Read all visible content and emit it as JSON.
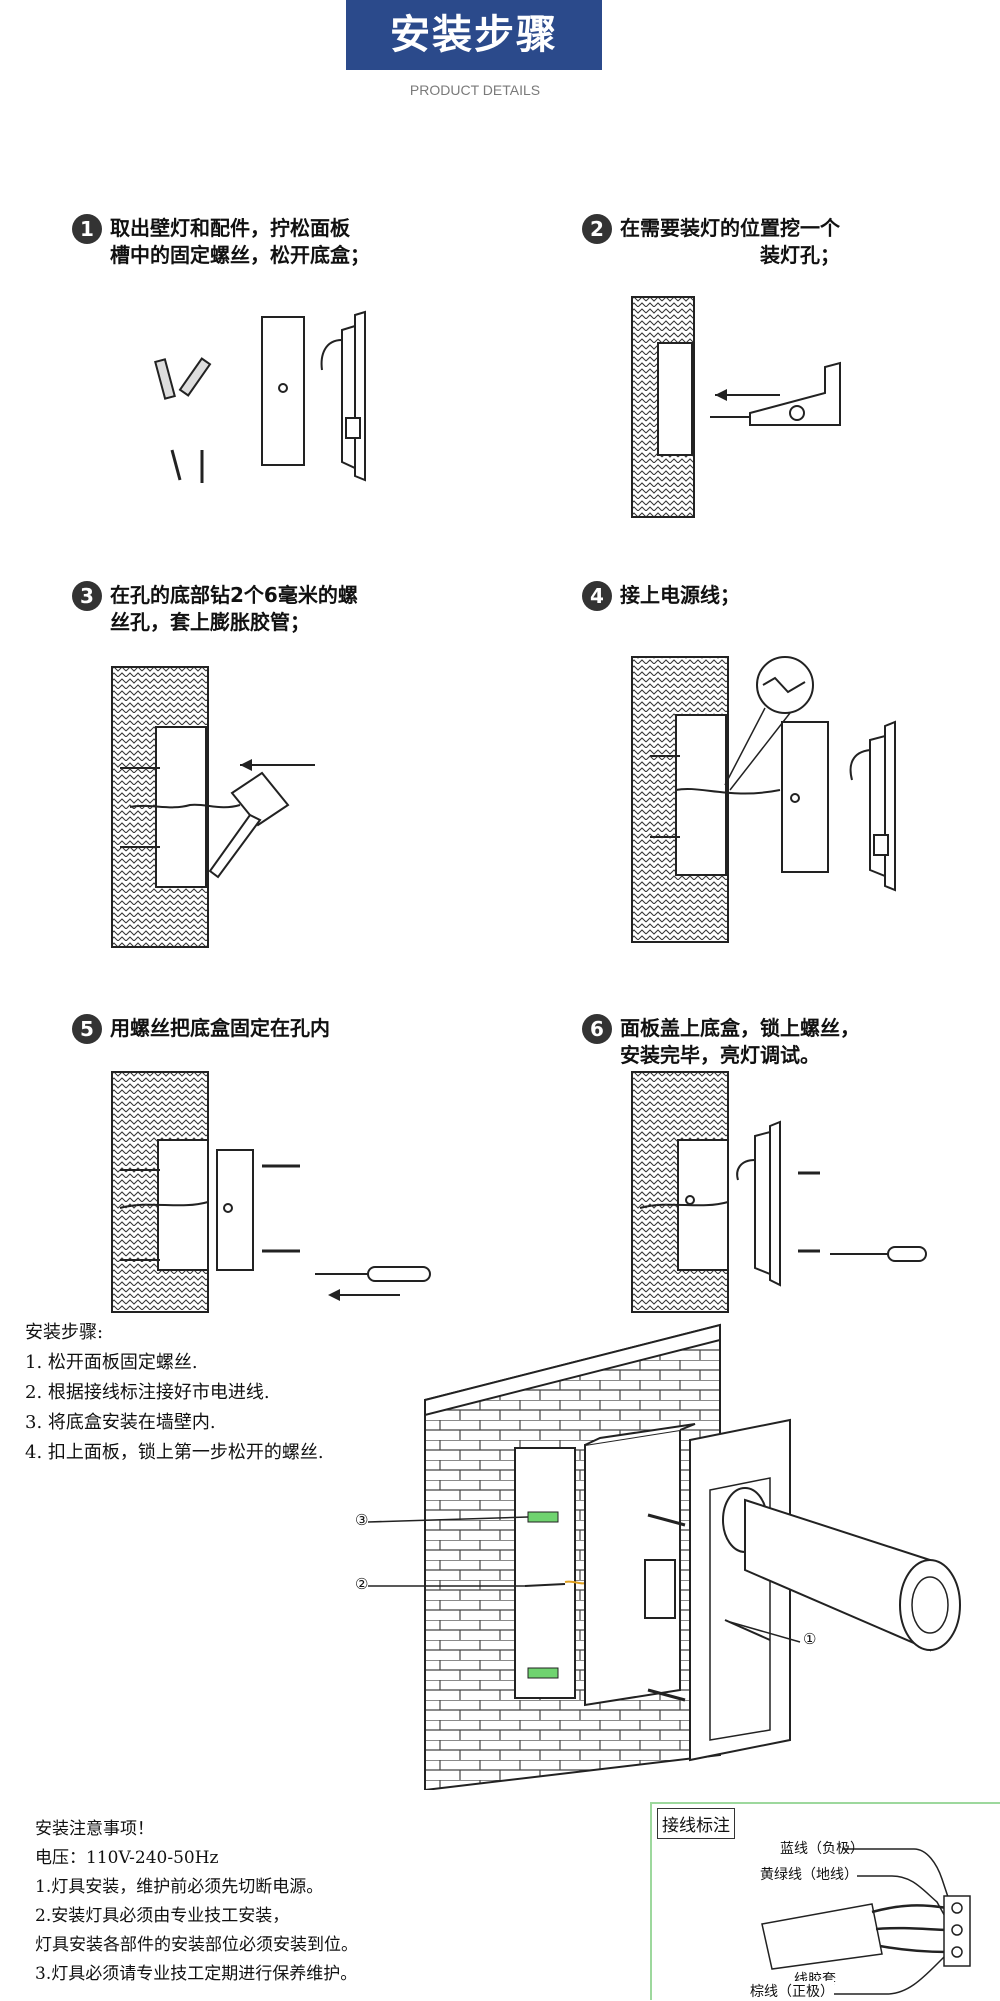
{
  "header": {
    "title": "安装步骤",
    "subtitle": "PRODUCT DETAILS"
  },
  "steps": [
    {
      "num": "1",
      "lines": [
        "取出壁灯和配件，拧松面板",
        "槽中的固定螺丝，松开底盒；"
      ]
    },
    {
      "num": "2",
      "lines": [
        "在需要装灯的位置挖一个",
        "装灯孔；"
      ]
    },
    {
      "num": "3",
      "lines": [
        "在孔的底部钻2个6毫米的螺",
        "丝孔，套上膨胀胶管；"
      ]
    },
    {
      "num": "4",
      "lines": [
        "接上电源线；"
      ]
    },
    {
      "num": "5",
      "lines": [
        "用螺丝把底盒固定在孔内"
      ]
    },
    {
      "num": "6",
      "lines": [
        "面板盖上底盒，锁上螺丝，",
        "安装完毕，亮灯调试。"
      ]
    }
  ],
  "install": {
    "title": "安装步骤:",
    "items": [
      "1. 松开面板固定螺丝.",
      "2. 根据接线标注接好市电进线.",
      "3. 将底盒安装在墙壁内.",
      "4. 扣上面板，锁上第一步松开的螺丝."
    ],
    "callouts": [
      "③",
      "②",
      "①"
    ]
  },
  "notes": {
    "title": "安装注意事项！",
    "voltage": "电压：110V-240-50Hz",
    "items": [
      "1.灯具安装，维护前必须先切断电源。",
      "2.安装灯具必须由专业技工安装，",
      "灯具安装各部件的安装部位必须安装到位。",
      "3.灯具必须请专业技工定期进行保养维护。"
    ]
  },
  "wiring": {
    "title": "接线标注",
    "blue": "蓝线（负极）",
    "yellow_green": "黄绿线（地线）",
    "sleeve": "线胶套",
    "brown": "棕线（正极）"
  }
}
